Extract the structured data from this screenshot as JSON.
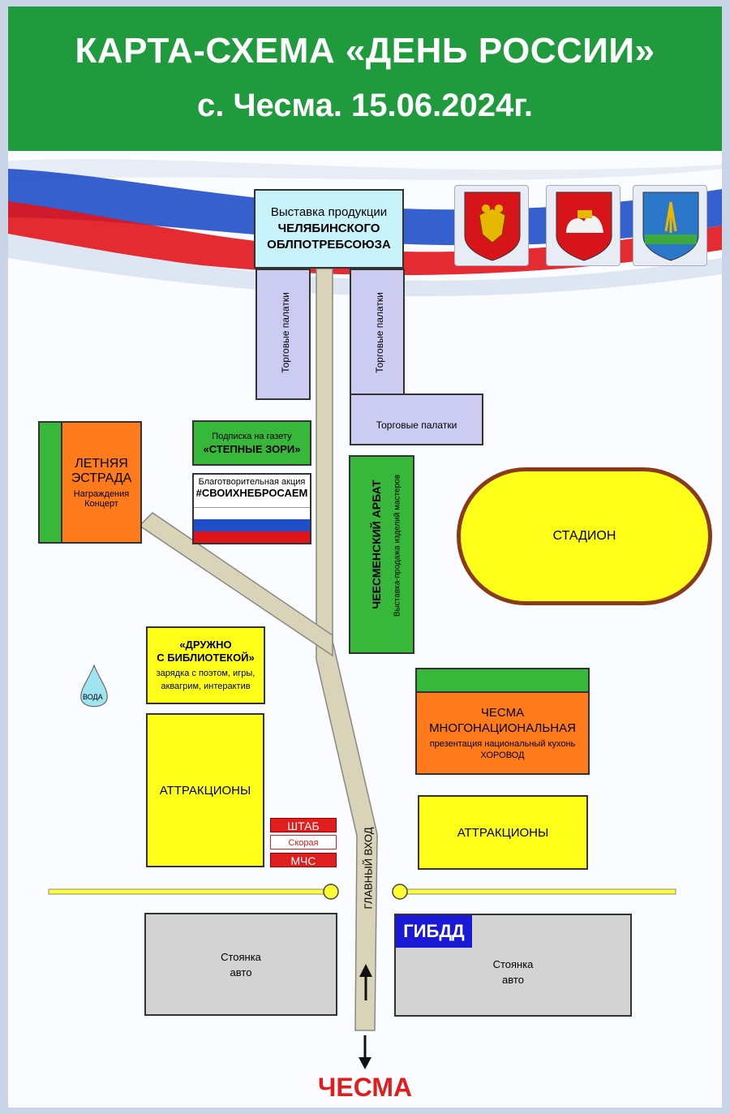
{
  "header": {
    "title": "КАРТА-СХЕМА «ДЕНЬ РОССИИ»",
    "subtitle": "с. Чесма. 15.06.2024г."
  },
  "colors": {
    "header_bg": "#1f9a3c",
    "flag_white": "#ffffff",
    "flag_blue": "#1f4fc8",
    "flag_red": "#e0141b",
    "zone_lavender": "#ccccf2",
    "zone_cyan": "#c8f3fb",
    "zone_green": "#37b83a",
    "zone_yellow": "#ffff1a",
    "zone_orange": "#ff7a1a",
    "zone_grey": "#d3d3d3",
    "gibdd_blue": "#1a1ad6",
    "red_label": "#e01e1e"
  },
  "emblems": [
    "russia-coat-of-arms-icon",
    "chelyabinsk-oblast-coat-of-arms-icon",
    "chesma-district-coat-of-arms-icon"
  ],
  "exhibition": {
    "line1": "Выставка продукции",
    "line2": "ЧЕЛЯБИНСКОГО",
    "line3": "ОБЛПОТРЕБСОЮЗА"
  },
  "stalls": {
    "left": "Торговые палатки",
    "right": "Торговые палатки",
    "bottom": "Торговые палатки"
  },
  "newspaper": {
    "line1": "Подписка на газету",
    "line2": "«СТЕПНЫЕ ЗОРИ»"
  },
  "charity": {
    "line1": "Благотворительная акция",
    "line2": "#СВОИХНЕБРОСАЕМ"
  },
  "stage": {
    "line1": "ЛЕТНЯЯ",
    "line2": "ЭСТРАДА",
    "line3": "Награждения",
    "line4": "Концерт"
  },
  "arbat": {
    "title": "ЧЕЕСМЕНСКИЙ АРБАТ",
    "sub": "Выставка-продажа изделий мастеров"
  },
  "stadium": "СТАДИОН",
  "library": {
    "line1": "«ДРУЖНО",
    "line2": "С БИБЛИОТЕКОЙ»",
    "line3": "зарядка с поэтом, игры,",
    "line4": "аквагрим, интерактив"
  },
  "water": "ВОДА",
  "multinational": {
    "line1": "ЧЕСМА",
    "line2": "МНОГОНАЦИОНАЛЬНАЯ",
    "line3": "презентация национальный кухонь",
    "line4": "ХОРОВОД"
  },
  "attractions_left": "АТТРАКЦИОНЫ",
  "attractions_right": "АТТРАКЦИОНЫ",
  "hq": {
    "shtab": "ШТАБ",
    "ambulance": "Скорая помощь",
    "mchs": "МЧС"
  },
  "main_entrance": "ГЛАВНЫЙ ВХОД",
  "parking_left": {
    "line1": "Стоянка",
    "line2": "авто"
  },
  "parking_right": {
    "line1": "Стоянка",
    "line2": "авто"
  },
  "gibdd": "ГИБДД",
  "destination": "ЧЕСМА"
}
